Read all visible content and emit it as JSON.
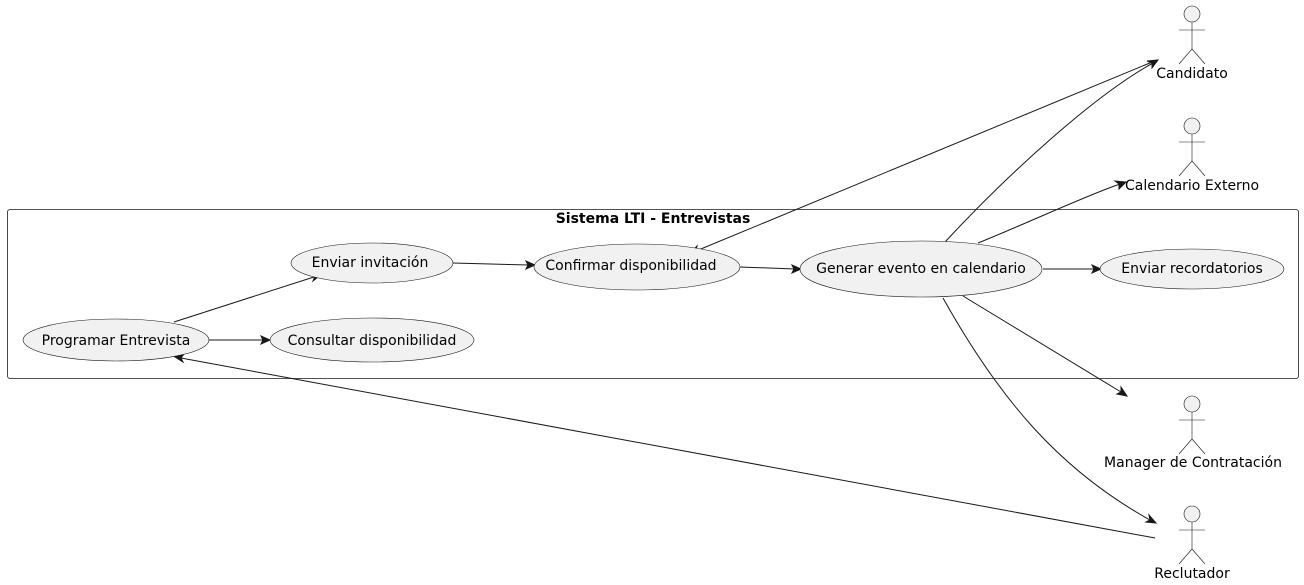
{
  "system": {
    "title": "Sistema LTI - Entrevistas"
  },
  "use_cases": {
    "programar_entrevista": "Programar Entrevista",
    "consultar_disponibilidad": "Consultar disponibilidad",
    "enviar_invitacion": "Enviar invitación",
    "confirmar_disponibilidad": "Confirmar disponibilidad",
    "generar_evento": "Generar evento en calendario",
    "enviar_recordatorios": "Enviar recordatorios"
  },
  "actors": {
    "candidato": "Candidato",
    "calendario_externo": "Calendario Externo",
    "manager": "Manager de Contratación",
    "reclutador": "Reclutador"
  },
  "relations": [
    {
      "from": "Programar Entrevista",
      "to": "Enviar invitación"
    },
    {
      "from": "Programar Entrevista",
      "to": "Consultar disponibilidad"
    },
    {
      "from": "Enviar invitación",
      "to": "Confirmar disponibilidad"
    },
    {
      "from": "Confirmar disponibilidad",
      "to": "Generar evento en calendario"
    },
    {
      "from": "Generar evento en calendario",
      "to": "Enviar recordatorios"
    },
    {
      "from": "Generar evento en calendario",
      "to": "Candidato"
    },
    {
      "from": "Generar evento en calendario",
      "to": "Calendario Externo"
    },
    {
      "from": "Generar evento en calendario",
      "to": "Manager de Contratación"
    },
    {
      "from": "Generar evento en calendario",
      "to": "Reclutador"
    },
    {
      "from": "Candidato",
      "to": "Confirmar disponibilidad"
    },
    {
      "from": "Reclutador",
      "to": "Programar Entrevista"
    }
  ]
}
